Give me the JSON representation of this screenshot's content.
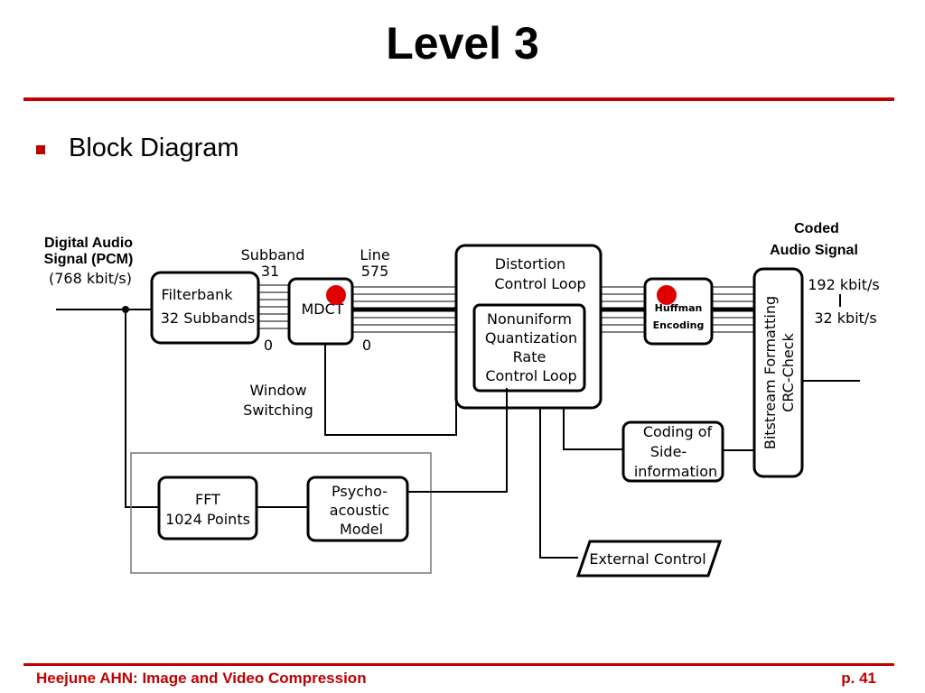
{
  "slide": {
    "title": "Level 3",
    "bullet": "Block Diagram",
    "footer_left": "Heejune AHN: Image and Video Compression",
    "footer_right": "p. 41"
  },
  "colors": {
    "accent": "#c00000",
    "marker": "#e00000"
  },
  "diagram": {
    "input_label": [
      "Digital Audio",
      "Signal (PCM)"
    ],
    "input_rate": "(768 kbit/s)",
    "filterbank": [
      "Filterbank",
      "32 Subbands"
    ],
    "subband_label": [
      "Subband",
      "31"
    ],
    "subband_zero": "0",
    "mdct": "MDCT",
    "line_label": [
      "Line",
      "575"
    ],
    "line_zero": "0",
    "window_switching": [
      "Window",
      "Switching"
    ],
    "distortion": [
      "Distortion",
      "Control Loop"
    ],
    "nonuniform": [
      "Nonuniform",
      "Quantization",
      "Rate",
      "Control Loop"
    ],
    "huffman": [
      "Huffman",
      "Encoding"
    ],
    "coded_label": [
      "Coded",
      "Audio Signal"
    ],
    "rate_high": "192 kbit/s",
    "rate_low": "32 kbit/s",
    "bitstream": [
      "Bitstream Formatting",
      "CRC-Check"
    ],
    "side_info": [
      "Coding of",
      "Side-",
      "information"
    ],
    "fft": [
      "FFT",
      "1024 Points"
    ],
    "psycho": [
      "Psycho-",
      "acoustic",
      "Model"
    ],
    "external": "External Control"
  }
}
